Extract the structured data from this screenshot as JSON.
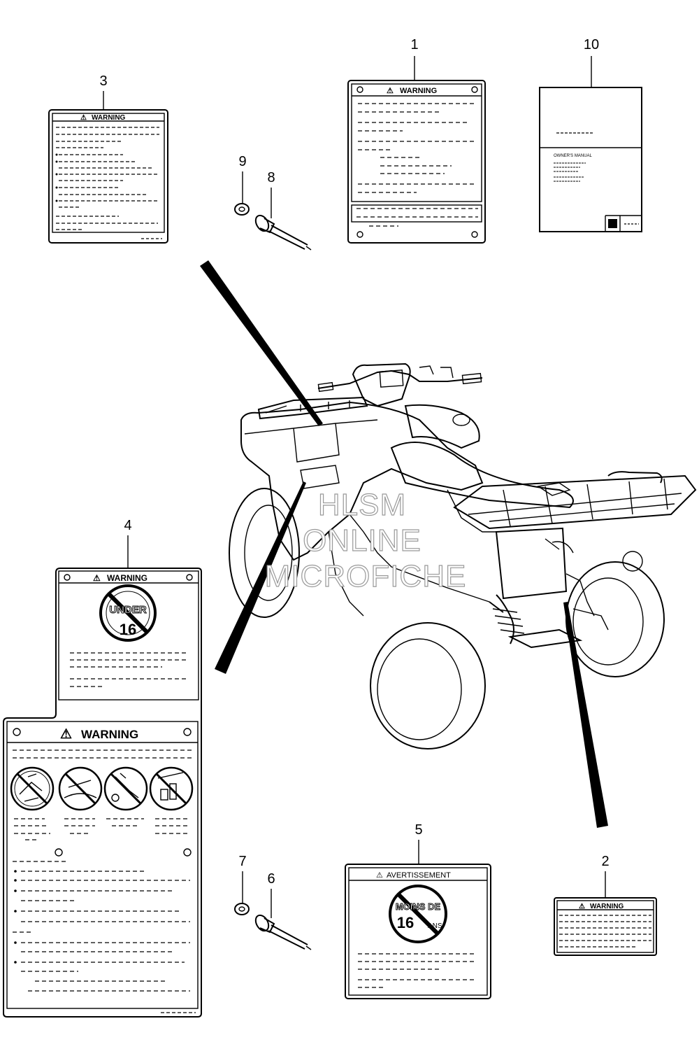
{
  "callouts": [
    "1",
    "2",
    "3",
    "4",
    "5",
    "6",
    "7",
    "8",
    "9",
    "10"
  ],
  "labels": {
    "warning": "WARNING",
    "avertissement": "AVERTISSEMENT",
    "owners_manual": "OWNER'S MANUAL",
    "under": "UNDER",
    "sixteen": "16",
    "moins_de": "MOINS DE",
    "ans": "ANS"
  },
  "watermark": [
    "HLSM",
    "ONLINE",
    "MICROFICHE"
  ]
}
